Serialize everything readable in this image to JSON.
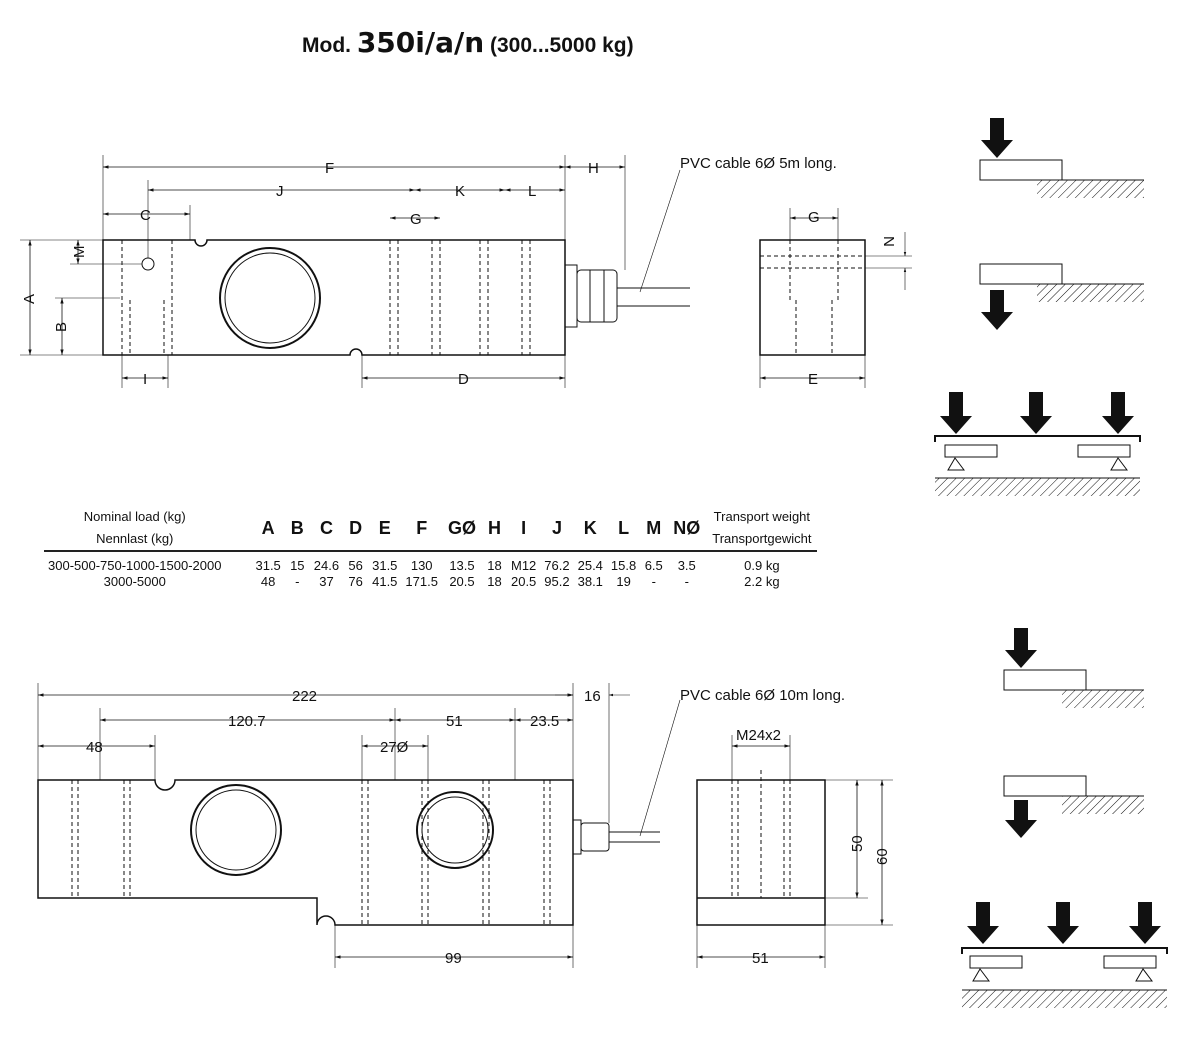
{
  "title": {
    "prefix": "Mod.",
    "model": "350i/a/n",
    "range": "(300...5000 kg)"
  },
  "top_drawing": {
    "F": "F",
    "J": "J",
    "K": "K",
    "L": "L",
    "H": "H",
    "C": "C",
    "G": "G",
    "M": "M",
    "A": "A",
    "B": "B",
    "I": "I",
    "D": "D",
    "cable": "PVC cable 6Ø 5m long.",
    "end_G": "G",
    "N": "N",
    "E": "E"
  },
  "bottom_drawing": {
    "d222": "222",
    "d120": "120.7",
    "d51": "51",
    "d23": "23.5",
    "d16": "16",
    "d48": "48",
    "d27": "27Ø",
    "cable": "PVC cable 6Ø 10m long.",
    "thread": "M24x2",
    "d50": "50",
    "d60": "60",
    "d99": "99",
    "end51": "51"
  },
  "table": {
    "header_load": [
      "Nominal load (kg)",
      "Nennlast (kg)"
    ],
    "columns": [
      "A",
      "B",
      "C",
      "D",
      "E",
      "F",
      "GØ",
      "H",
      "I",
      "J",
      "K",
      "L",
      "M",
      "NØ"
    ],
    "header_weight": [
      "Transport weight",
      "Transportgewicht"
    ],
    "rows": [
      {
        "load": "300-500-750-1000-1500-2000",
        "values": [
          "31.5",
          "15",
          "24.6",
          "56",
          "31.5",
          "130",
          "13.5",
          "18",
          "M12",
          "76.2",
          "25.4",
          "15.8",
          "6.5",
          "3.5"
        ],
        "weight": "0.9 kg"
      },
      {
        "load": "3000-5000",
        "values": [
          "48",
          "-",
          "37",
          "76",
          "41.5",
          "171.5",
          "20.5",
          "18",
          "20.5",
          "95.2",
          "38.1",
          "19",
          "-",
          "-"
        ],
        "weight": "2.2 kg"
      }
    ]
  }
}
